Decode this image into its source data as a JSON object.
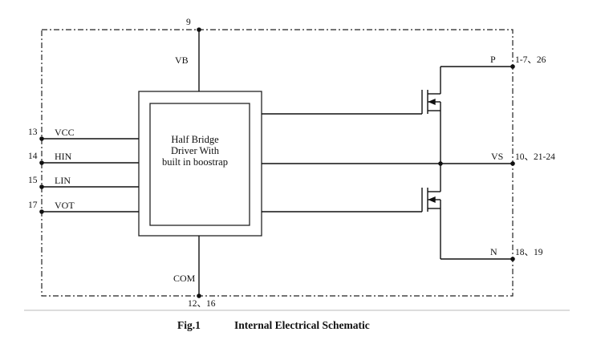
{
  "figure": {
    "caption_number": "Fig.1",
    "caption_title": "Internal Electrical Schematic"
  },
  "block": {
    "line1": "Half Bridge",
    "line2": "Driver With",
    "line3": "built in boostrap"
  },
  "signals": {
    "vb": "VB",
    "com": "COM",
    "vcc": "VCC",
    "hin": "HIN",
    "lin": "LIN",
    "vot": "VOT",
    "p": "P",
    "vs": "VS",
    "n": "N"
  },
  "pins": {
    "vb": "9",
    "com": "12、16",
    "vcc": "13",
    "hin": "14",
    "lin": "15",
    "vot": "17",
    "p": "1-7、26",
    "vs": "10、21-24",
    "n": "18、19"
  }
}
